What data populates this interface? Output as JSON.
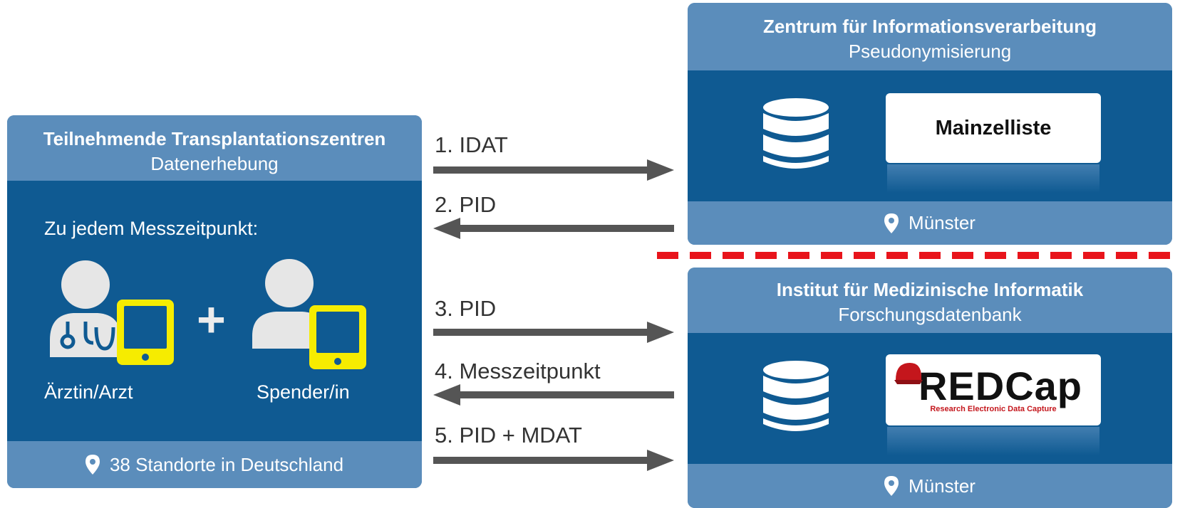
{
  "left": {
    "title": "Teilnehmende Transplantationszentren",
    "subtitle": "Datenerhebung",
    "intro": "Zu jedem Messzeitpunkt:",
    "plus": "+",
    "doctor_label": "Ärztin/Arzt",
    "donor_label": "Spender/in",
    "footer": "38 Standorte in Deutschland"
  },
  "zentrum": {
    "title": "Zentrum für Informationsverarbeitung",
    "subtitle": "Pseudonymisierung",
    "card": "Mainzelliste",
    "footer": "Münster"
  },
  "institut": {
    "title": "Institut für Medizinische Informatik",
    "subtitle": "Forschungsdatenbank",
    "logo_text": "REDCap",
    "logo_tagline": "Research Electronic Data Capture",
    "footer": "Münster"
  },
  "arrows": [
    {
      "label": "1. IDAT",
      "direction": "right"
    },
    {
      "label": "2. PID",
      "direction": "left"
    },
    {
      "label": "3. PID",
      "direction": "right"
    },
    {
      "label": "4. Messzeitpunkt",
      "direction": "left"
    },
    {
      "label": "5. PID + MDAT",
      "direction": "right"
    }
  ],
  "colors": {
    "panel_header": "#5b8dbb",
    "panel_body": "#0f5a92",
    "tablet": "#f6ec00",
    "arrow": "#555555",
    "divider": "#e8141b",
    "redcap_red": "#c4161c"
  }
}
